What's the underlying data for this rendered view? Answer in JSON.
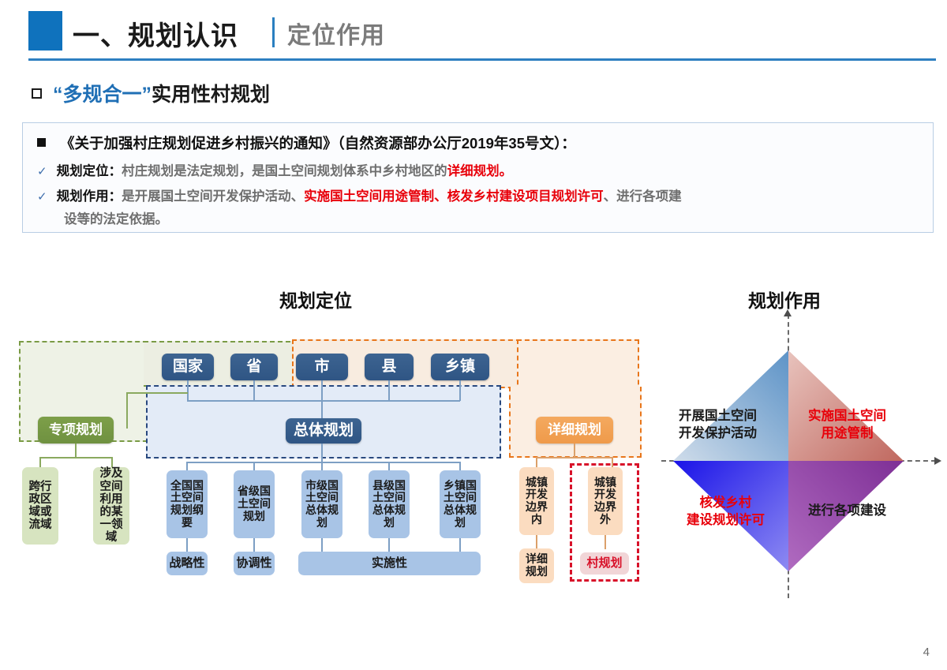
{
  "header": {
    "title": "一、规划认识",
    "subtitle": "定位作用",
    "accent_color": "#0f72bd"
  },
  "section": {
    "title_part1": "“多规合一”",
    "title_part2": "实用性村规划"
  },
  "note": {
    "line1": "《关于加强村庄规划促进乡村振兴的通知》（自然资源部办公厅2019年35号文）：",
    "row2_label": "规划定位：",
    "row2_gray1": "村庄规划是法定规划，是国土空间规划体系中乡村地区的",
    "row2_red": "详细规划。",
    "row3_label": "规划作用：",
    "row3_gray1": "是开展国土空间开发保护活动、",
    "row3_red": "实施国土空间用途管制、核发乡村建设项目规划许可",
    "row3_gray2": "、进行各项建",
    "row4_gray": "设等的法定依据。"
  },
  "diagrams": {
    "left_heading": "规划定位",
    "right_heading": "规划作用"
  },
  "hierarchy": {
    "levels": [
      "国家",
      "省",
      "市",
      "县",
      "乡镇"
    ],
    "special_plan": "专项规划",
    "special_children": [
      "跨行政区域或流域",
      "涉及空间利用的某一领域"
    ],
    "overall_plan": "总体规划",
    "overall_children": [
      "全国国土空间规划纲要",
      "省级国土空间规划",
      "市级国土空间总体规划",
      "县级国土空间总体规划",
      "乡镇国土空间总体规划"
    ],
    "attributes": [
      "战略性",
      "协调性",
      "实施性"
    ],
    "detail_plan": "详细规划",
    "detail_children": [
      "城镇开发边界内",
      "城镇开发边界外"
    ],
    "detail_leaf_in": "详细规划",
    "detail_leaf_out": "村规划",
    "region_colors": {
      "green": "#7a9b45",
      "blue": "#29497f",
      "orange": "#e8761b",
      "red": "#d8122a"
    }
  },
  "chart_data": {
    "type": "diagram",
    "title": "规划作用",
    "quadrants": [
      {
        "position": "top-left",
        "label": "开展国土空间\n开发保护活动",
        "color": "#5d93c7",
        "emphasis": false
      },
      {
        "position": "top-right",
        "label": "实施国土空间\n用途管制",
        "color": "#c0685f",
        "emphasis": true
      },
      {
        "position": "bottom-left",
        "label": "核发乡村\n建设规划许可",
        "color": "#1a13e8",
        "emphasis": true
      },
      {
        "position": "bottom-right",
        "label": "进行各项建设",
        "color": "#8e3aa6",
        "emphasis": false
      }
    ]
  },
  "quadrant_text": {
    "tl_1": "开展国土空间",
    "tl_2": "开发保护活动",
    "tr_1": "实施国土空间",
    "tr_2": "用途管制",
    "bl_1": "核发乡村",
    "bl_2": "建设规划许可",
    "br_1": "进行各项建设"
  },
  "footer": {
    "page_number": "4"
  }
}
